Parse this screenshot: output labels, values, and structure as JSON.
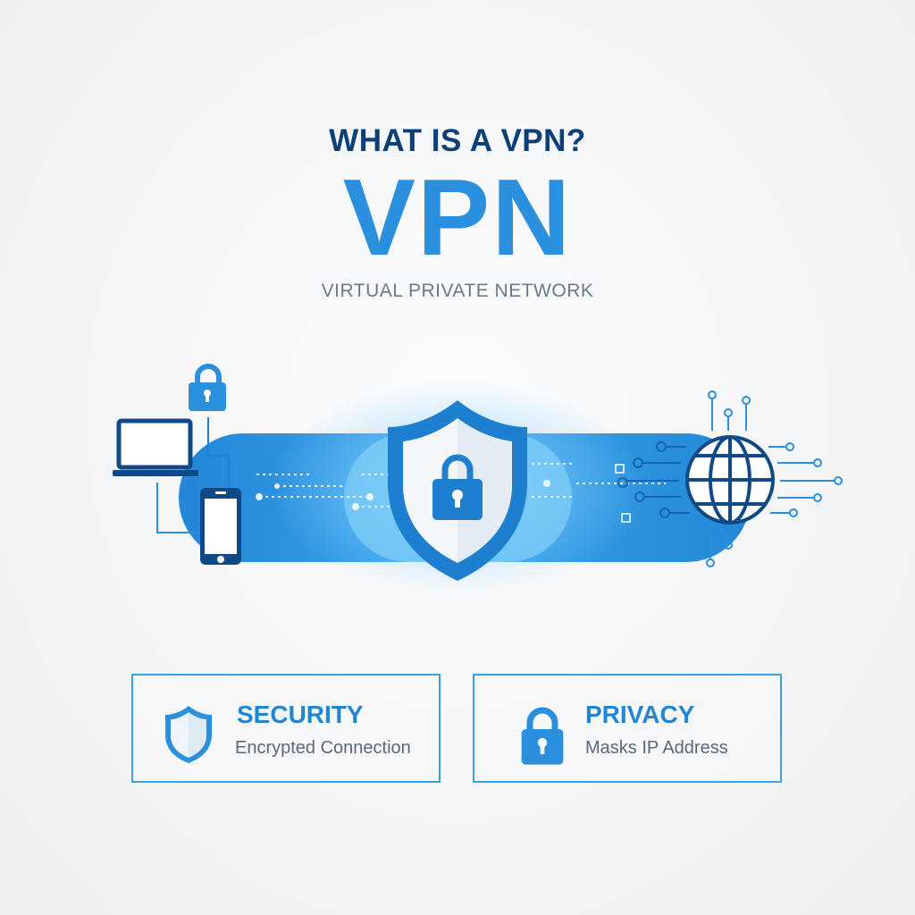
{
  "header": {
    "question": "WHAT IS A VPN?",
    "acronym": "VPN",
    "expansion": "VIRTUAL PRIVATE NETWORK"
  },
  "diagram": {
    "left_devices": [
      "laptop-icon",
      "smartphone-icon",
      "padlock-icon"
    ],
    "center": "shield-lock-icon",
    "right": "globe-icon",
    "tunnel_color": "#2a8fdd",
    "dark_color": "#0f4a86"
  },
  "cards": [
    {
      "title": "SECURITY",
      "subtitle": "Encrypted Connection",
      "icon": "shield-icon"
    },
    {
      "title": "PRIVACY",
      "subtitle": "Masks IP Address",
      "icon": "padlock-icon"
    }
  ],
  "colors": {
    "accent": "#2a8fdd",
    "title_dark": "#0d3f78",
    "muted": "#6a7a8c",
    "background": "#f2f3f5"
  }
}
